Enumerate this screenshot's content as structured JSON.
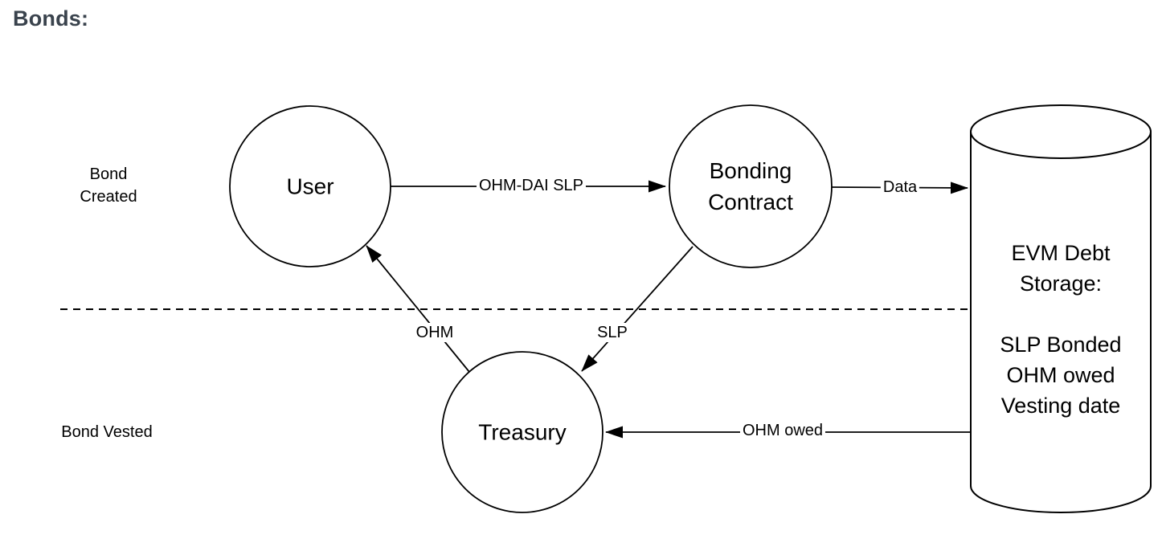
{
  "title": "Bonds:",
  "colors": {
    "title_text": "#3a434d",
    "diagram_stroke": "#000000",
    "background": "#ffffff"
  },
  "phase_labels": {
    "bond_created": "Bond\nCreated",
    "bond_vested": "Bond Vested"
  },
  "nodes": {
    "user": {
      "label": "User",
      "shape": "circle"
    },
    "bonding_contract": {
      "label": "Bonding\nContract",
      "shape": "circle"
    },
    "treasury": {
      "label": "Treasury",
      "shape": "circle"
    },
    "evm_debt_storage": {
      "shape": "cylinder",
      "heading": "EVM Debt\nStorage:",
      "fields": [
        "SLP Bonded",
        "OHM owed",
        "Vesting date"
      ]
    }
  },
  "edges": {
    "user_to_bonding_contract": {
      "from": "User",
      "to": "Bonding Contract",
      "label": "OHM-DAI SLP"
    },
    "bonding_contract_to_storage": {
      "from": "Bonding Contract",
      "to": "EVM Debt Storage",
      "label": "Data"
    },
    "treasury_to_user": {
      "from": "Treasury",
      "to": "User",
      "label": "OHM"
    },
    "bonding_contract_to_treasury": {
      "from": "Bonding Contract",
      "to": "Treasury",
      "label": "SLP"
    },
    "storage_to_treasury": {
      "from": "EVM Debt Storage",
      "to": "Treasury",
      "label": "OHM owed"
    }
  }
}
